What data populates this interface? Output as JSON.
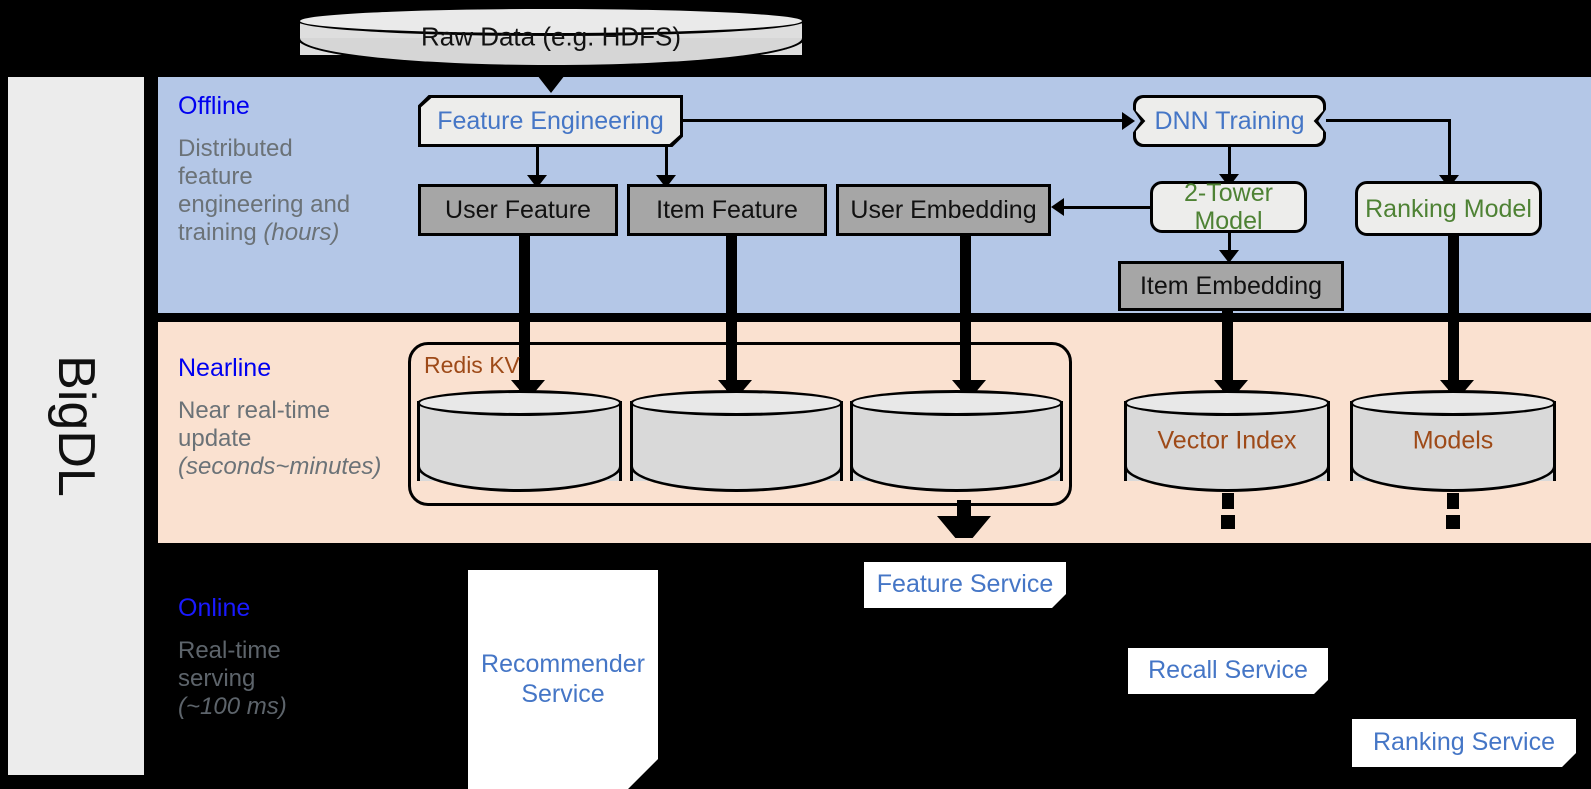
{
  "framework": {
    "name": "BigDL"
  },
  "source": {
    "label": "Raw Data (e.g. HDFS)"
  },
  "sections": [
    {
      "key": "offline",
      "title": "Offline",
      "subtitle_lines": [
        "Distributed",
        "feature",
        "engineering and",
        "training "
      ],
      "subtitle_emphasis": "(hours)",
      "band_color": "#b4c7e7"
    },
    {
      "key": "nearline",
      "title": "Nearline",
      "subtitle_lines": [
        "Near real-time",
        "update "
      ],
      "subtitle_emphasis": "(seconds~minutes)",
      "band_color": "#fae1d0"
    },
    {
      "key": "online",
      "title": "Online",
      "subtitle_lines": [
        "Real-time",
        "serving "
      ],
      "subtitle_emphasis": "(~100 ms)",
      "band_color": "#000000"
    }
  ],
  "offline": {
    "feature_engineering": "Feature Engineering",
    "dnn_training": "DNN Training",
    "user_feature": "User Feature",
    "item_feature": "Item Feature",
    "user_embedding": "User Embedding",
    "item_embedding": "Item Embedding",
    "two_tower_model": "2-Tower Model",
    "ranking_model": "Ranking Model"
  },
  "nearline": {
    "redis_kv": "Redis KV",
    "store_1": "",
    "store_2": "",
    "store_3": "",
    "vector_index": "Vector Index",
    "models": "Models"
  },
  "online": {
    "recommender_service": "Recommender Service",
    "feature_service": "Feature Service",
    "recall_service": "Recall Service",
    "ranking_service": "Ranking Service"
  },
  "colors": {
    "offline_band": "#b4c7e7",
    "nearline_band": "#fae1d0",
    "online_band": "#000000",
    "rail": "#ececec",
    "section_title": "#0000f0",
    "section_subtitle": "#6b7277",
    "process_text": "#4576c6",
    "model_text": "#4e8234",
    "store_text": "#9e4a18",
    "data_box_fill": "#a6a6a6",
    "process_box_fill": "#ededeb",
    "cylinder_fill": "#d9d9d9"
  }
}
